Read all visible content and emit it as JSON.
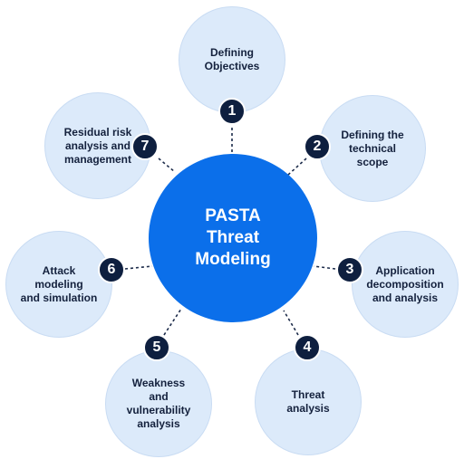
{
  "colors": {
    "center_fill": "#0b6fea",
    "stage_fill": "#dceafa",
    "badge_fill": "#0e1f3f",
    "connector": "#1c2b4a"
  },
  "center": {
    "label": "PASTA\nThreat\nModeling"
  },
  "stages": [
    {
      "number": "1",
      "label": "Defining\nObjectives"
    },
    {
      "number": "2",
      "label": "Defining the\ntechnical\nscope"
    },
    {
      "number": "3",
      "label": "Application\ndecomposition\nand analysis"
    },
    {
      "number": "4",
      "label": "Threat\nanalysis"
    },
    {
      "number": "5",
      "label": "Weakness\nand\nvulnerability\nanalysis"
    },
    {
      "number": "6",
      "label": "Attack\nmodeling\nand simulation"
    },
    {
      "number": "7",
      "label": "Residual risk\nanalysis and\nmanagement"
    }
  ]
}
